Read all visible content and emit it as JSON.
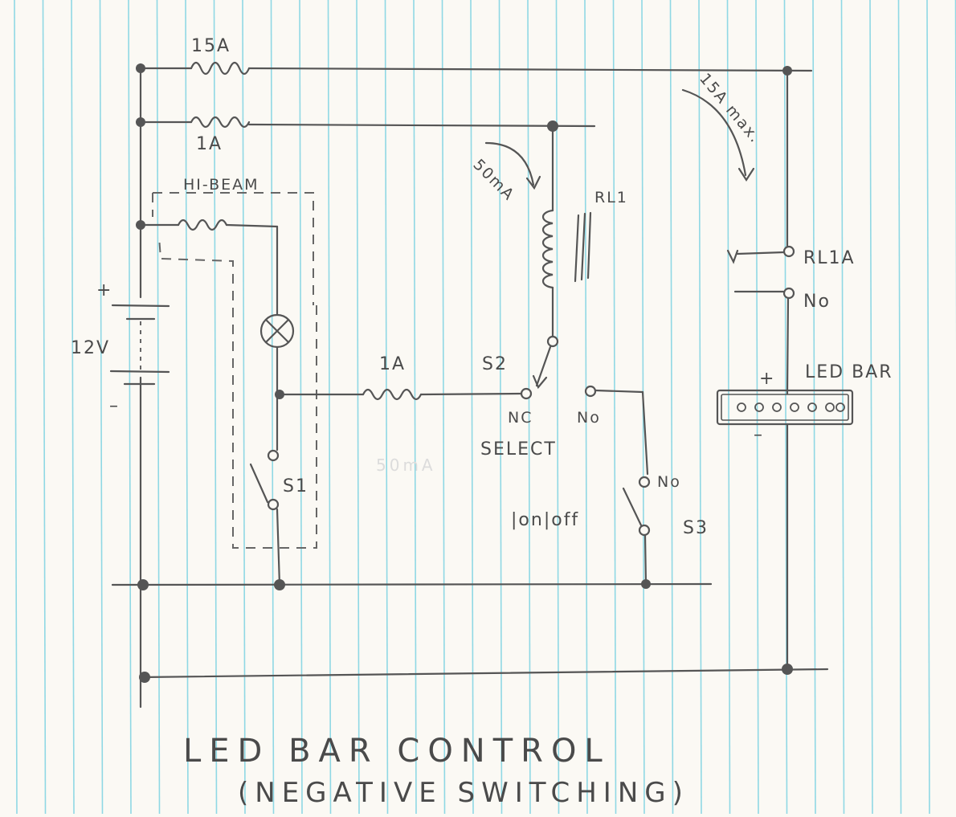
{
  "colors": {
    "paper": "#fbf9f4",
    "rule": "#8fd8e4",
    "ink": "#555555"
  },
  "labels": {
    "fuse_15a": "15A",
    "fuse_1a_top": "1A",
    "hi_beam": "HI-BEAM",
    "battery_voltage": "12V",
    "battery_plus": "+",
    "battery_minus": "–",
    "relay_coil": "RL1",
    "coil_current": "50mA",
    "max_current": "15A max.",
    "relay_contact": "RL1A",
    "relay_no": "No",
    "led_bar": "LED BAR",
    "led_plus": "+",
    "led_minus": "–",
    "fuse_1a_mid": "1A",
    "s2": "S2",
    "s2_nc": "NC",
    "s2_no": "No",
    "select": "SELECT",
    "s1": "S1",
    "s3": "S3",
    "s3_no": "No",
    "on_off": "|on|off",
    "faint_note": "50mA"
  },
  "title": "LED BAR CONTROL",
  "subtitle": "(NEGATIVE SWITCHING)"
}
